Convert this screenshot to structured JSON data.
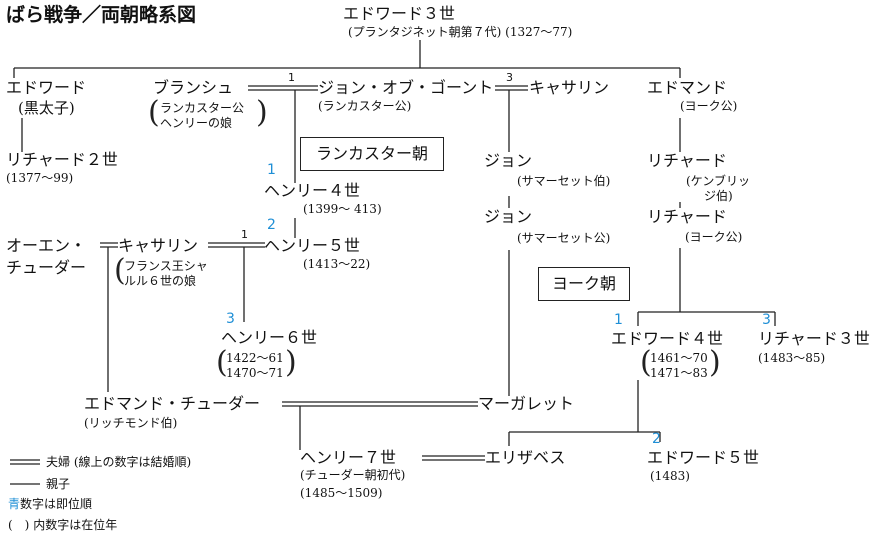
{
  "title": "ばら戦争／両朝略系図",
  "people": {
    "edward3": {
      "name": "エドワード３世",
      "note": "(プランタジネット朝第７代) (1327～77)"
    },
    "edward_bp": {
      "name": "エドワード",
      "note": "(黒太子)"
    },
    "richard2": {
      "name": "リチャード２世",
      "note": "(1377～99)"
    },
    "blanche": {
      "name": "ブランシュ",
      "note_lines": [
        "ランカスター公",
        "ヘンリーの娘"
      ]
    },
    "john_gaunt": {
      "name": "ジョン・オブ・ゴーント",
      "note": "(ランカスター公)"
    },
    "catherine_s": {
      "name": "キャサリン"
    },
    "edmund_y": {
      "name": "エドマンド",
      "note": "(ヨーク公)"
    },
    "henry4": {
      "name": "ヘンリー４世",
      "note": "(1399～ 413)"
    },
    "henry5": {
      "name": "ヘンリー５世",
      "note": "(1413～22)"
    },
    "owen": {
      "name_lines": [
        "オーエン・",
        "チューダー"
      ]
    },
    "catherine_f": {
      "name": "キャサリン",
      "note_lines": [
        "フランス王シャ",
        "ルル６世の娘"
      ]
    },
    "henry6": {
      "name": "ヘンリー６世",
      "note_lines": [
        "1422～61",
        "1470～71"
      ]
    },
    "john_s1": {
      "name": "ジョン",
      "note": "(サマーセット伯)"
    },
    "john_s2": {
      "name": "ジョン",
      "note": "(サマーセット公)"
    },
    "richard_c": {
      "name": "リチャード",
      "note_lines": [
        "(ケンブリッ",
        "ジ伯)"
      ]
    },
    "richard_y": {
      "name": "リチャード",
      "note": "(ヨーク公)"
    },
    "edward4": {
      "name": "エドワード４世",
      "note_lines": [
        "1461～70",
        "1471～83"
      ]
    },
    "richard3": {
      "name": "リチャード３世",
      "note": "(1483～85)"
    },
    "edmund_t": {
      "name": "エドマンド・チューダー",
      "note": "(リッチモンド伯)"
    },
    "margaret": {
      "name": "マーガレット"
    },
    "henry7": {
      "name": "ヘンリー７世",
      "note_lines": [
        "(チューダー朝初代)",
        "(1485～1509)"
      ]
    },
    "elizabeth": {
      "name": "エリザベス"
    },
    "edward5": {
      "name": "エドワード５世",
      "note": "(1483)"
    }
  },
  "dynasties": {
    "lancaster": "ランカスター朝",
    "york": "ヨーク朝"
  },
  "marriage_numbers": {
    "blanche_john": "1",
    "john_catherine": "3",
    "catherine_henry5": "1"
  },
  "reign_numbers": {
    "henry4": "1",
    "henry5": "2",
    "henry6": "3",
    "edward4": "1",
    "richard3": "3",
    "edward5": "2"
  },
  "legend": {
    "marriage": "夫婦 (線上の数字は結婚順)",
    "parent_child": "親子",
    "blue_prefix": "青",
    "blue_rest": "数字は即位順",
    "paren_symbol": "(　)",
    "paren_text": "内数字は在位年"
  },
  "colors": {
    "blue": "#1f8fd6",
    "line": "#222222"
  }
}
